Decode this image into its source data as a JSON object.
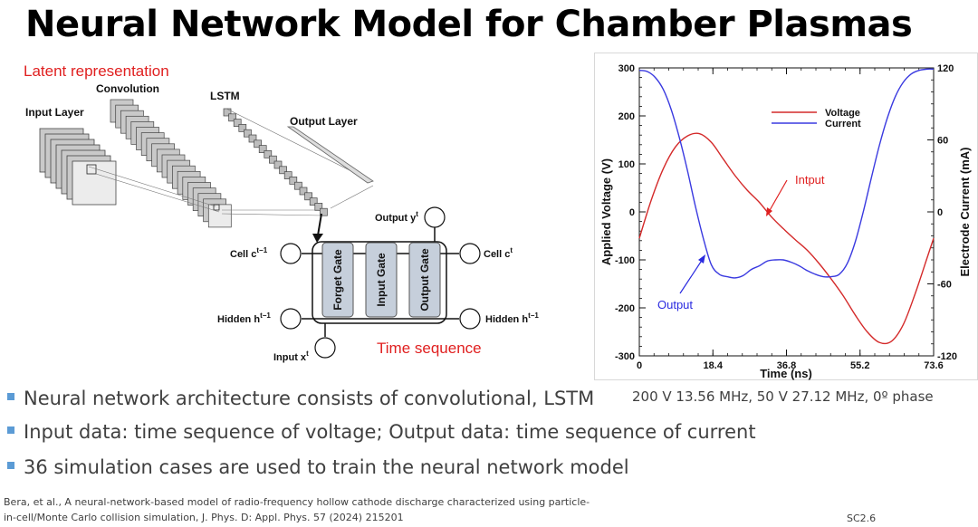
{
  "slide": {
    "title": "Neural Network Model for Chamber Plasmas",
    "bullets": [
      "Neural network architecture consists of convolutional, LSTM",
      "Input data: time sequence of voltage; Output data: time sequence of current",
      "36 simulation cases are used to train the neural network model"
    ],
    "reference_line1": "Bera, et al., A neural-network-based model of radio-frequency hollow cathode discharge characterized using particle-",
    "reference_line2": "in-cell/Monte Carlo collision simulation, J. Phys. D: Appl. Phys. 57 (2024) 215201",
    "slide_number": "SC2.6",
    "accent_color": "#5b9bd5"
  },
  "diagram": {
    "latent_label": "Latent representation",
    "input_layer": "Input Layer",
    "convolution": "Convolution",
    "lstm": "LSTM",
    "output_layer": "Output Layer",
    "cell_prev": "Cell c",
    "cell_prev_sup": "t−1",
    "cell_next": "Cell c",
    "cell_next_sup": "t",
    "hidden_prev": "Hidden h",
    "hidden_prev_sup": "t−1",
    "hidden_next": "Hidden h",
    "hidden_next_sup": "t−1",
    "input_x": "Input x",
    "input_x_sup": "t",
    "output_y": "Output y",
    "output_y_sup": "t",
    "gates": [
      "Forget Gate",
      "Input Gate",
      "Output Gate"
    ],
    "time_sequence": "Time sequence"
  },
  "chart_data": {
    "type": "line",
    "xlabel": "Time (ns)",
    "ylabel_left": "Applied Voltage (V)",
    "ylabel_right": "Electrode Current (mA)",
    "xlim": [
      0,
      73.6
    ],
    "ylim_left": [
      -300,
      300
    ],
    "ylim_right": [
      -120,
      120
    ],
    "x_ticks": [
      "0",
      "18.4",
      "36.8",
      "55.2",
      "73.6"
    ],
    "y_left_ticks": [
      "300",
      "200",
      "100",
      "0",
      "-100",
      "-200",
      "-300"
    ],
    "y_right_ticks": [
      "120",
      "60",
      "0",
      "-60",
      "-120"
    ],
    "legend_position": "top-right",
    "annotations": [
      "Intput",
      "Output"
    ],
    "caption": "200 V 13.56 MHz, 50 V 27.12 MHz, 0º phase",
    "series": [
      {
        "name": "Voltage",
        "axis": "left",
        "color": "#d42a2a",
        "x": [
          0,
          3,
          6,
          9,
          12,
          15,
          18,
          21,
          24,
          27,
          30,
          33,
          36,
          39,
          42,
          45,
          48,
          51,
          54,
          57,
          60,
          63,
          66,
          69,
          72,
          73.6
        ],
        "y": [
          -55,
          25,
          90,
          135,
          158,
          163,
          145,
          110,
          75,
          45,
          20,
          -10,
          -35,
          -58,
          -80,
          -108,
          -140,
          -175,
          -215,
          -250,
          -272,
          -270,
          -235,
          -170,
          -95,
          -55
        ]
      },
      {
        "name": "Current",
        "axis": "right",
        "color": "#3a3ae0",
        "x": [
          0,
          2,
          4,
          6,
          8,
          10,
          12,
          14,
          16,
          18,
          20,
          22,
          24,
          26,
          28,
          30,
          32,
          34,
          36,
          38,
          40,
          42,
          44,
          46,
          48,
          50,
          52,
          54,
          56,
          58,
          60,
          62,
          64,
          66,
          68,
          70,
          72,
          73.6
        ],
        "y": [
          118,
          117,
          112,
          102,
          85,
          62,
          35,
          5,
          -22,
          -44,
          -52,
          -54,
          -55,
          -53,
          -48,
          -45,
          -41,
          -40,
          -40,
          -42,
          -45,
          -49,
          -52,
          -54,
          -54,
          -52,
          -43,
          -25,
          0,
          28,
          55,
          78,
          96,
          108,
          115,
          118,
          119,
          119
        ]
      }
    ]
  }
}
